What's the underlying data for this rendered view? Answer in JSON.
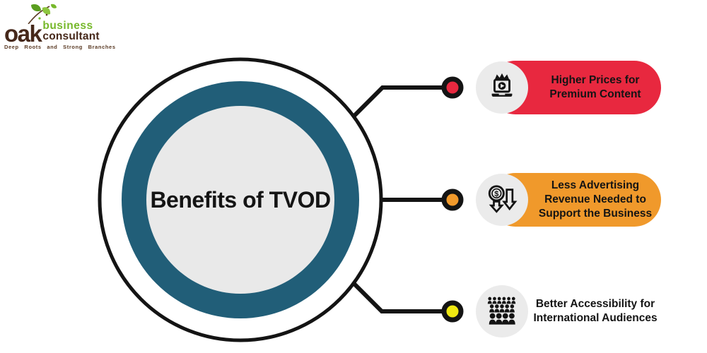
{
  "logo": {
    "brand_word": "oak",
    "word_business": "business",
    "word_consultant": "consultant",
    "tagline": "Deep Roots and Strong Branches"
  },
  "diagram": {
    "title": "Benefits of TVOD"
  },
  "colors": {
    "teal_ring": "#215e78",
    "inner_circle": "#e9e9e9",
    "outline_black": "#141414",
    "icon_circle_gray": "#ebebeb",
    "red": "#e8283f",
    "orange": "#f0992b",
    "yellow": "#efe812",
    "logo_brown": "#46281a",
    "logo_green": "#76b82a"
  },
  "benefits": [
    {
      "id": "higher-prices",
      "text": "Higher Prices for\nPremium Content",
      "color": "#e8283f",
      "icon": "premium-content-laptop-icon"
    },
    {
      "id": "less-advertising",
      "text": "Less Advertising\nRevenue Needed to\nSupport the Business",
      "color": "#f0992b",
      "icon": "revenue-decrease-icon"
    },
    {
      "id": "better-accessibility",
      "text": "Better Accessibility for\nInternational Audiences",
      "color": "#efe812",
      "icon": "audience-crowd-icon"
    }
  ]
}
